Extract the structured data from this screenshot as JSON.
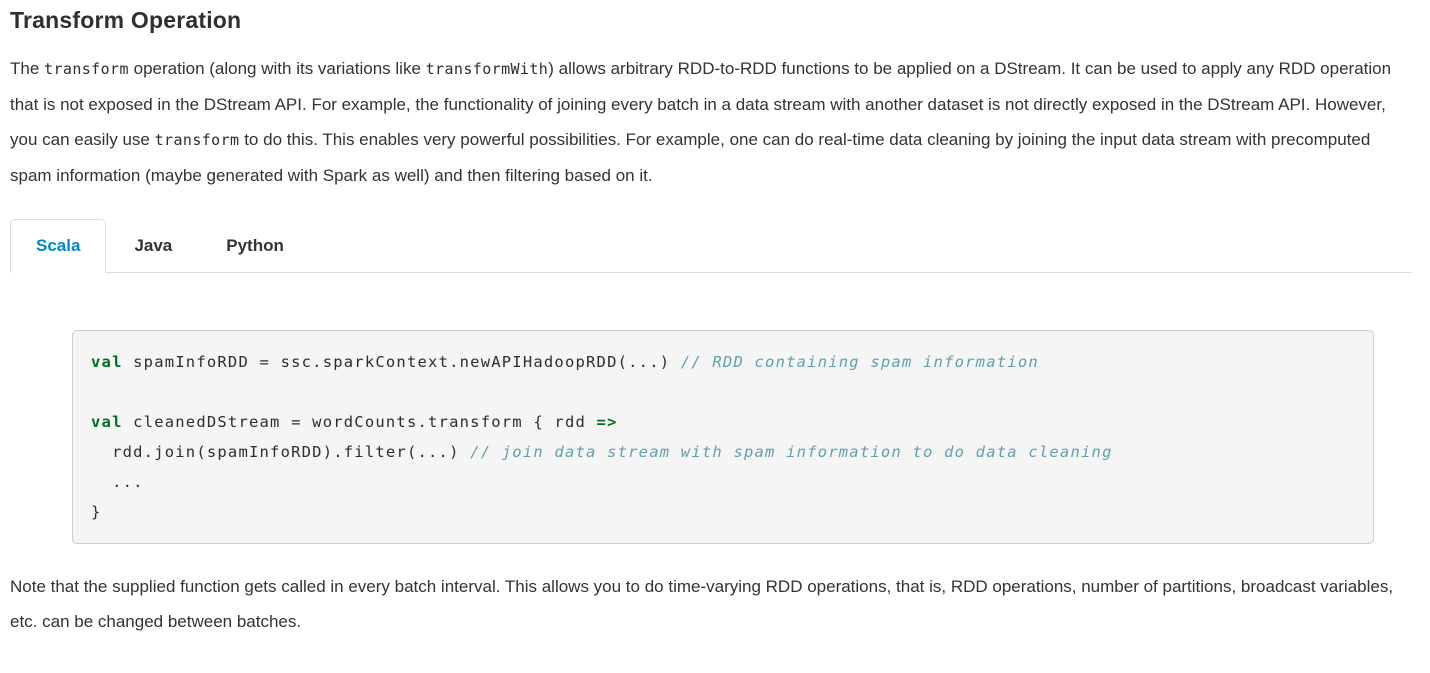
{
  "page": {
    "title": "Transform Operation"
  },
  "intro_paragraph": {
    "segments": [
      {
        "t": "text",
        "v": "The "
      },
      {
        "t": "code",
        "v": "transform"
      },
      {
        "t": "text",
        "v": " operation (along with its variations like "
      },
      {
        "t": "code",
        "v": "transformWith"
      },
      {
        "t": "text",
        "v": ") allows arbitrary RDD-to-RDD functions to be applied on a DStream. It can be used to apply any RDD operation that is not exposed in the DStream API. For example, the functionality of joining every batch in a data stream with another dataset is not directly exposed in the DStream API. However, you can easily use "
      },
      {
        "t": "code",
        "v": "transform"
      },
      {
        "t": "text",
        "v": " to do this. This enables very powerful possibilities. For example, one can do real-time data cleaning by joining the input data stream with precomputed spam information (maybe generated with Spark as well) and then filtering based on it."
      }
    ]
  },
  "tabs": [
    {
      "label": "Scala",
      "active": true
    },
    {
      "label": "Java",
      "active": false
    },
    {
      "label": "Python",
      "active": false
    }
  ],
  "code_block": {
    "language": "scala",
    "lines": [
      [
        {
          "t": "kw",
          "v": "val"
        },
        {
          "t": "plain",
          "v": " spamInfoRDD = ssc.sparkContext.newAPIHadoopRDD(...) "
        },
        {
          "t": "comment",
          "v": "// RDD containing spam information"
        }
      ],
      [],
      [
        {
          "t": "kw",
          "v": "val"
        },
        {
          "t": "plain",
          "v": " cleanedDStream = wordCounts.transform { rdd "
        },
        {
          "t": "kw",
          "v": "=>"
        }
      ],
      [
        {
          "t": "plain",
          "v": "  rdd.join(spamInfoRDD).filter(...) "
        },
        {
          "t": "comment",
          "v": "// join data stream with spam information to do data cleaning"
        }
      ],
      [
        {
          "t": "plain",
          "v": "  ..."
        }
      ],
      [
        {
          "t": "plain",
          "v": "}"
        }
      ]
    ]
  },
  "note_paragraph": "Note that the supplied function gets called in every batch interval. This allows you to do time-varying RDD operations, that is, RDD operations, number of partitions, broadcast variables, etc. can be changed between batches.",
  "colors": {
    "accent_blue": "#0088cc",
    "keyword_green": "#007020",
    "comment_teal": "#60a0b0",
    "body_text": "#333333",
    "code_background": "#f5f5f5",
    "code_border": "#cccccc",
    "tab_border": "#dddddd"
  }
}
